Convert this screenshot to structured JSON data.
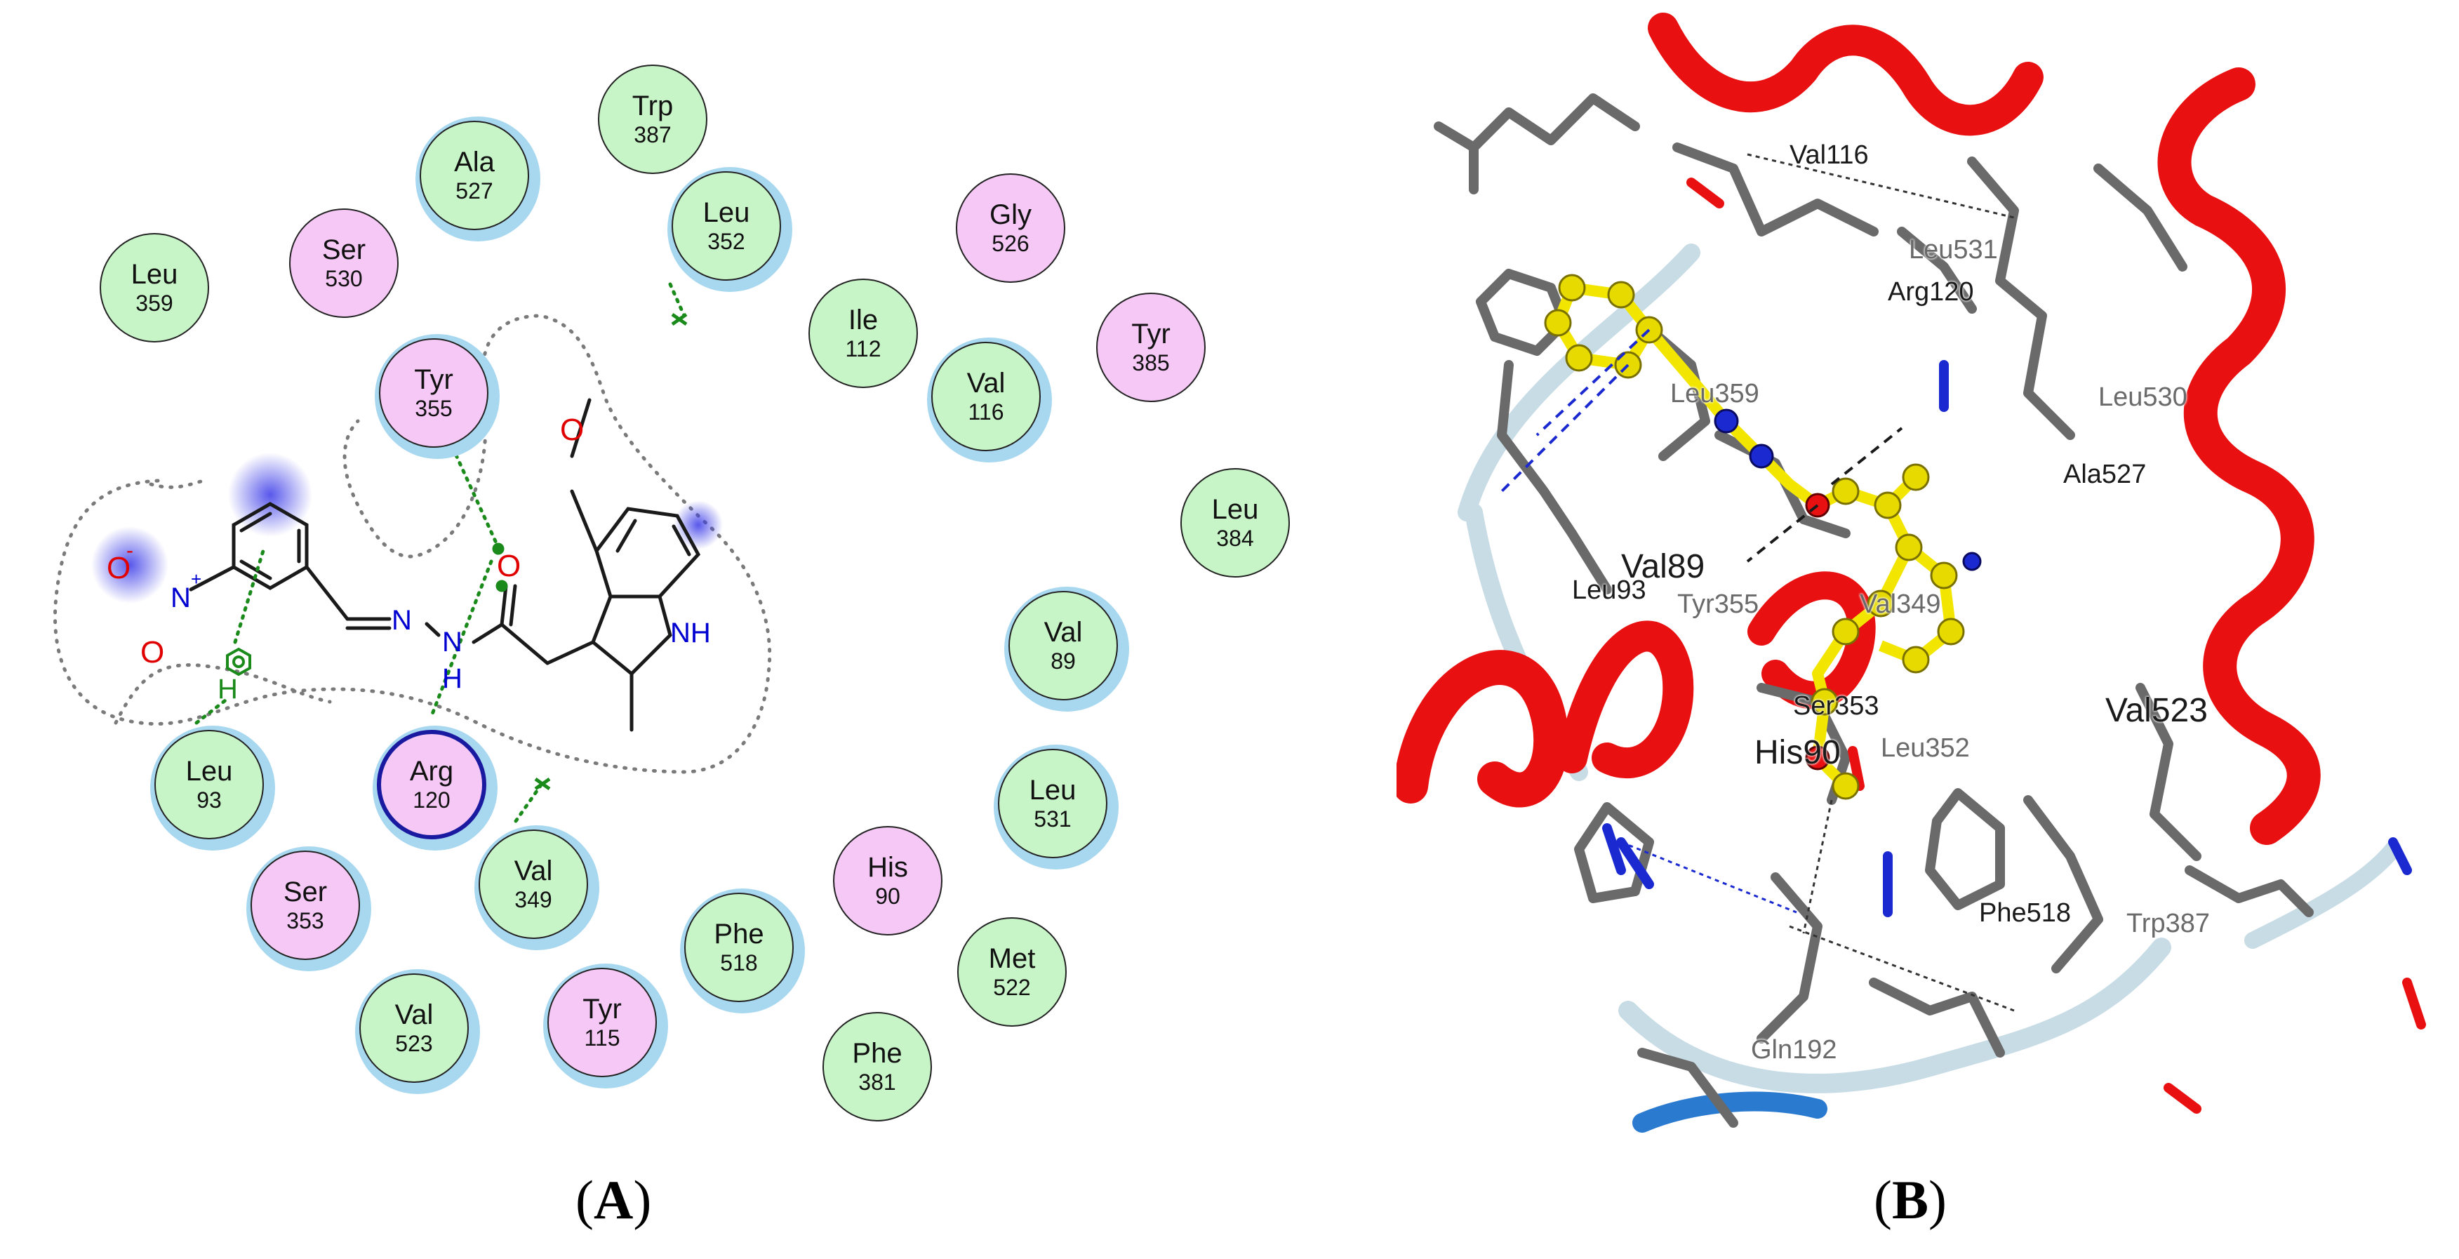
{
  "panel_a": {
    "caption_open": "(",
    "caption_letter": "A",
    "caption_close": ")",
    "residues": [
      {
        "name": "Trp",
        "num": "387",
        "kind": "hydrophobic",
        "halo": false
      },
      {
        "name": "Ala",
        "num": "527",
        "kind": "hydrophobic",
        "halo": true
      },
      {
        "name": "Leu",
        "num": "352",
        "kind": "hydrophobic",
        "halo": true
      },
      {
        "name": "Gly",
        "num": "526",
        "kind": "polar",
        "halo": false
      },
      {
        "name": "Ser",
        "num": "530",
        "kind": "polar",
        "halo": false
      },
      {
        "name": "Leu",
        "num": "359",
        "kind": "hydrophobic",
        "halo": false
      },
      {
        "name": "Ile",
        "num": "112",
        "kind": "hydrophobic",
        "halo": false
      },
      {
        "name": "Tyr",
        "num": "385",
        "kind": "polar",
        "halo": false
      },
      {
        "name": "Tyr",
        "num": "355",
        "kind": "polar",
        "halo": true
      },
      {
        "name": "Val",
        "num": "116",
        "kind": "hydrophobic",
        "halo": true
      },
      {
        "name": "Leu",
        "num": "384",
        "kind": "hydrophobic",
        "halo": false
      },
      {
        "name": "Val",
        "num": "89",
        "kind": "hydrophobic",
        "halo": true
      },
      {
        "name": "Leu",
        "num": "93",
        "kind": "hydrophobic",
        "halo": true
      },
      {
        "name": "Arg",
        "num": "120",
        "kind": "charged",
        "halo": true
      },
      {
        "name": "Leu",
        "num": "531",
        "kind": "hydrophobic",
        "halo": true
      },
      {
        "name": "Val",
        "num": "349",
        "kind": "hydrophobic",
        "halo": true
      },
      {
        "name": "Ser",
        "num": "353",
        "kind": "polar",
        "halo": true
      },
      {
        "name": "His",
        "num": "90",
        "kind": "polar",
        "halo": false
      },
      {
        "name": "Phe",
        "num": "518",
        "kind": "hydrophobic",
        "halo": true
      },
      {
        "name": "Met",
        "num": "522",
        "kind": "hydrophobic",
        "halo": false
      },
      {
        "name": "Val",
        "num": "523",
        "kind": "hydrophobic",
        "halo": true
      },
      {
        "name": "Tyr",
        "num": "115",
        "kind": "polar",
        "halo": true
      },
      {
        "name": "Phe",
        "num": "381",
        "kind": "hydrophobic",
        "halo": false
      }
    ],
    "atom_labels": {
      "o_methoxy": "O",
      "o_carbonyl": "O",
      "nh_indole": "NH",
      "n_imine": "N",
      "n_hydrazide": "N",
      "h_hydrazide": "H",
      "n_nitro": "N",
      "o_nitro_top": "O",
      "o_nitro_bottom": "O",
      "charge_minus": "-",
      "charge_plus": "+",
      "h_leu93": "H"
    }
  },
  "panel_b": {
    "caption_open": "(",
    "caption_letter": "B",
    "caption_close": ")",
    "labels": [
      {
        "text": "Val116",
        "tone": "dark"
      },
      {
        "text": "Leu531",
        "tone": "light"
      },
      {
        "text": "Arg120",
        "tone": "dark"
      },
      {
        "text": "Leu359",
        "tone": "light"
      },
      {
        "text": "Leu530",
        "tone": "light"
      },
      {
        "text": "Ala527",
        "tone": "dark"
      },
      {
        "text": "Val89",
        "tone": "dark"
      },
      {
        "text": "Leu93",
        "tone": "dark"
      },
      {
        "text": "Tyr355",
        "tone": "light"
      },
      {
        "text": "Val349",
        "tone": "light"
      },
      {
        "text": "Ser353",
        "tone": "dark"
      },
      {
        "text": "His90",
        "tone": "dark"
      },
      {
        "text": "Leu352",
        "tone": "light"
      },
      {
        "text": "Val523",
        "tone": "dark"
      },
      {
        "text": "Phe518",
        "tone": "dark"
      },
      {
        "text": "Trp387",
        "tone": "light"
      },
      {
        "text": "Gln192",
        "tone": "light"
      }
    ]
  },
  "colors": {
    "hydrophobic_fill": "#c8f5c8",
    "polar_fill": "#f5c8f5",
    "halo": "#a8d8f0",
    "arg_ring": "#1a1aa0",
    "hbond": "#1a8a1a",
    "helix": "#e81010",
    "ligand": "#f2e600",
    "stick": "#6a6a6a"
  }
}
